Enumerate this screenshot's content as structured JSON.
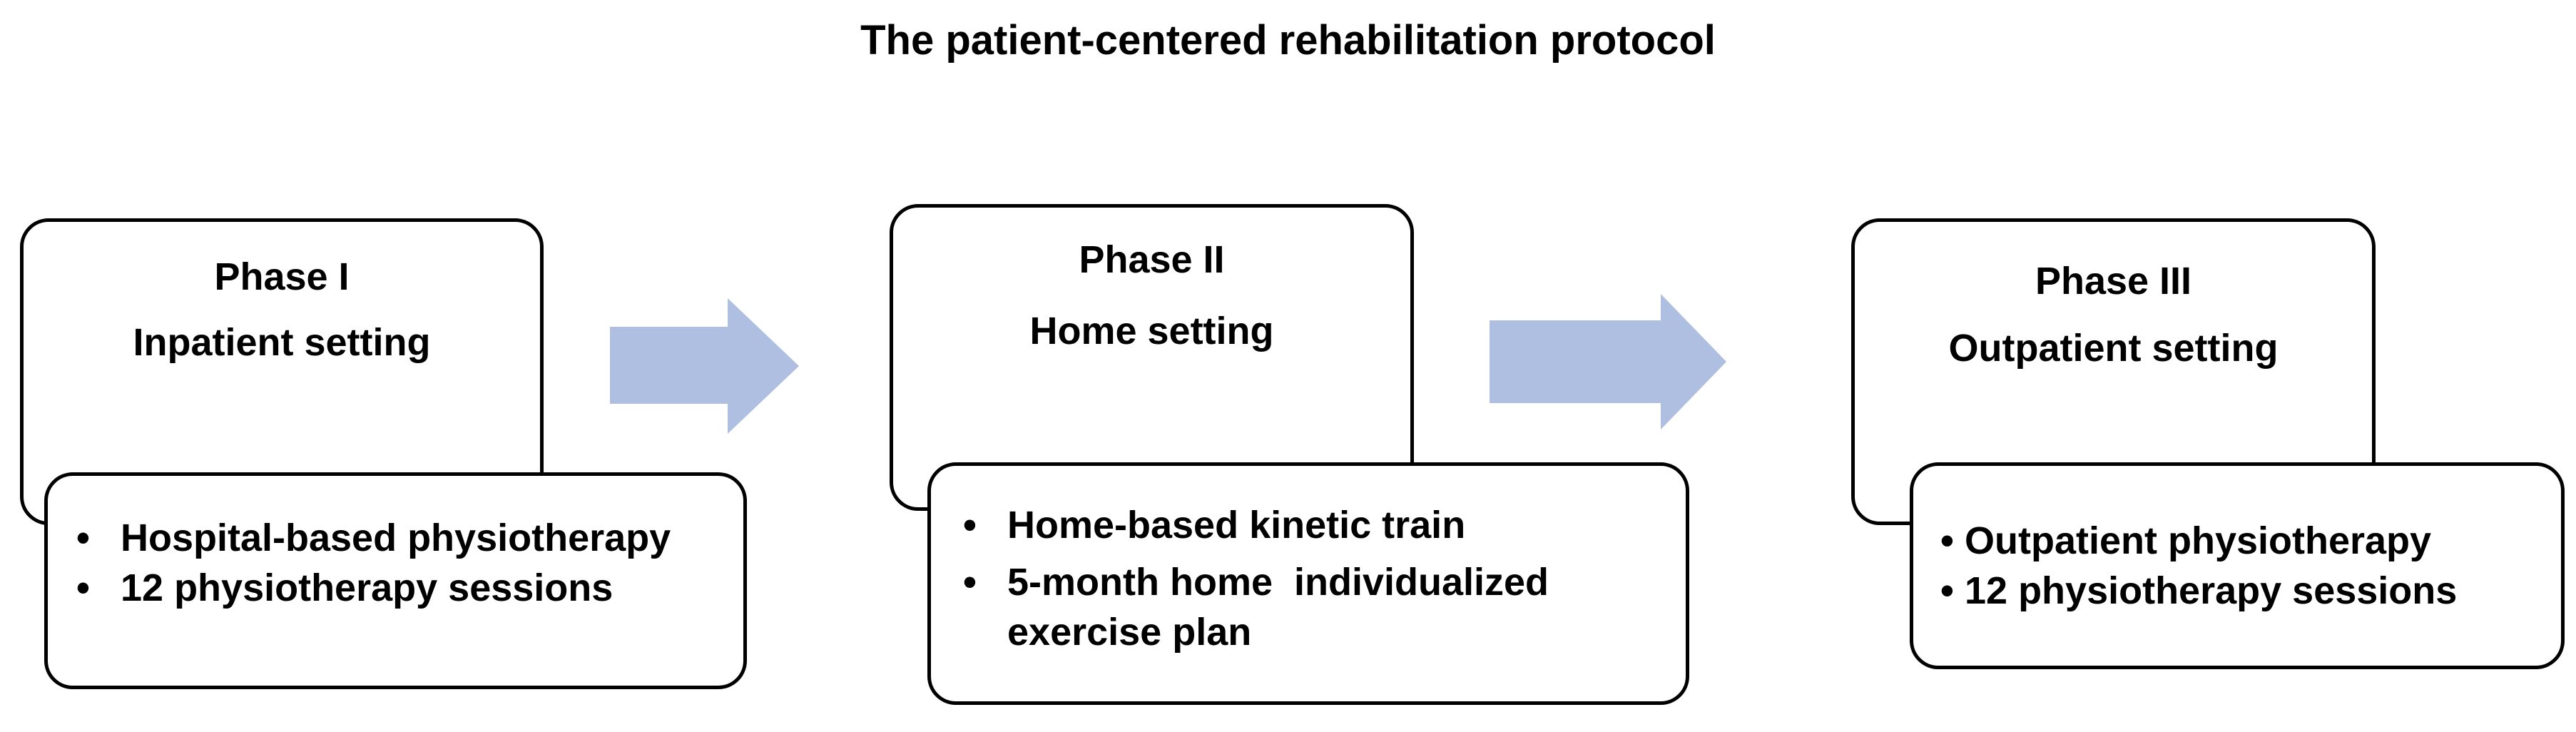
{
  "title": "The patient-centered rehabilitation protocol",
  "bullet_glyph": "•",
  "colors": {
    "arrow_fill": "#AEBFE2",
    "box_border": "#000000",
    "text": "#000000"
  },
  "phases": [
    {
      "name": "Phase I",
      "setting": "Inpatient setting",
      "items": [
        "Hospital-based physiotherapy",
        "12 physiotherapy sessions"
      ]
    },
    {
      "name": "Phase II",
      "setting": "Home setting",
      "items": [
        "Home-based kinetic train",
        "5-month home  individualized exercise plan"
      ]
    },
    {
      "name": "Phase III",
      "setting": "Outpatient setting",
      "items": [
        "Outpatient physiotherapy",
        "12 physiotherapy sessions"
      ]
    }
  ]
}
